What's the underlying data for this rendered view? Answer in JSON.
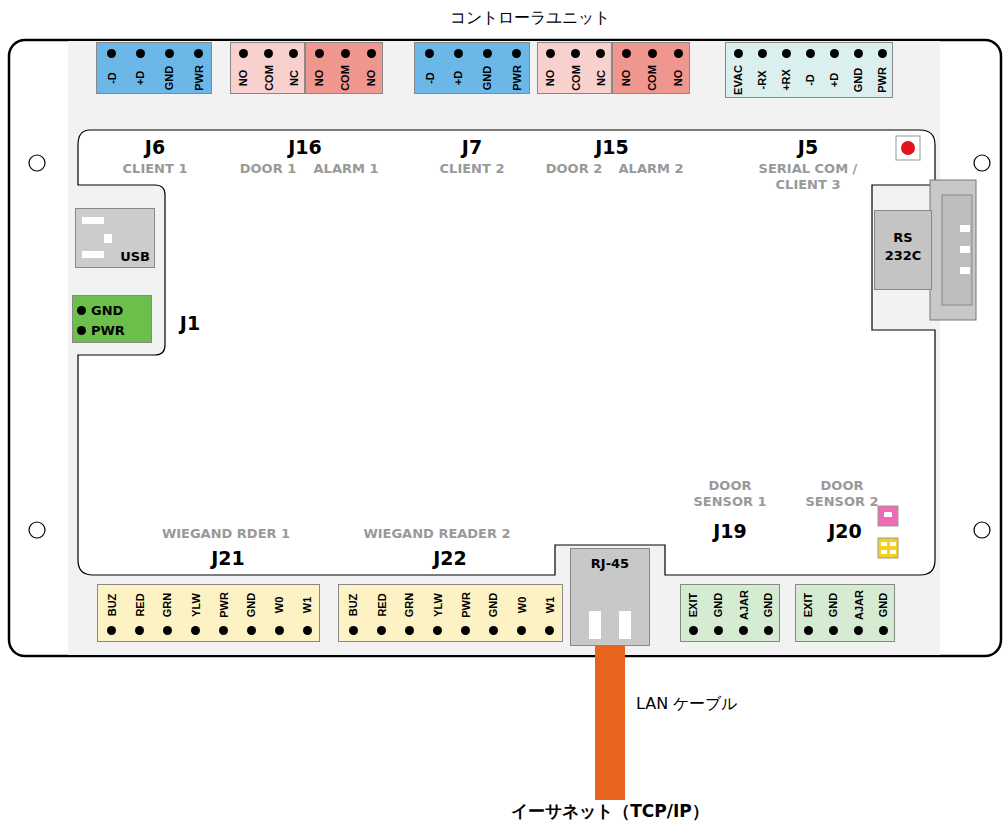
{
  "diagram": {
    "title": "コントローラユニット",
    "nodes": [
      {
        "text": [
          "-D",
          "+D",
          "GND",
          "PWR"
        ]
      },
      {
        "text": [
          "NO",
          "COM",
          "NC"
        ]
      },
      {
        "text": [
          "NO",
          "COM",
          "NO"
        ]
      },
      {
        "text": [
          "-D",
          "+D",
          "GND",
          "PWR"
        ]
      },
      {
        "text": [
          "NO",
          "COM",
          "NC"
        ]
      },
      {
        "text": [
          "NO",
          "COM",
          "NO"
        ]
      },
      {
        "text": [
          "EVAC",
          "-RX",
          "+RX",
          "-D",
          "+D",
          "GND",
          "PWR"
        ]
      },
      {
        "text": [
          "USB"
        ]
      },
      {
        "text": [
          "GND",
          "PWR"
        ]
      },
      {
        "text": [
          "RS 232C"
        ]
      },
      {
        "text": [
          "BUZ",
          "RED",
          "GRN",
          "YLW",
          "PWR",
          "GND",
          "W0",
          "W1"
        ]
      },
      {
        "text": [
          "BUZ",
          "RED",
          "GRN",
          "YLW",
          "PWR",
          "GND",
          "W0",
          "W1"
        ]
      },
      {
        "text": [
          "RJ-45"
        ]
      },
      {
        "text": [
          "EXIT",
          "GND",
          "AJAR",
          "GND"
        ]
      },
      {
        "text": [
          "EXIT",
          "GND",
          "AJAR",
          "GND"
        ]
      }
    ],
    "labels": [
      "J6",
      "CLIENT 1",
      "J16",
      "DOOR 1",
      "ALARM 1",
      "J7",
      "CLIENT 2",
      "J15",
      "DOOR 2",
      "ALARM 2",
      "J5",
      "SERIAL COM / CLIENT 3",
      "J1",
      "WIEGAND RDER 1",
      "J21",
      "WIEGAND READER 2",
      "J22",
      "DOOR SENSOR 1",
      "J19",
      "DOOR SENSOR 2",
      "J20",
      "LAN ケーブル",
      "イーサネット（TCP/IP）"
    ]
  }
}
